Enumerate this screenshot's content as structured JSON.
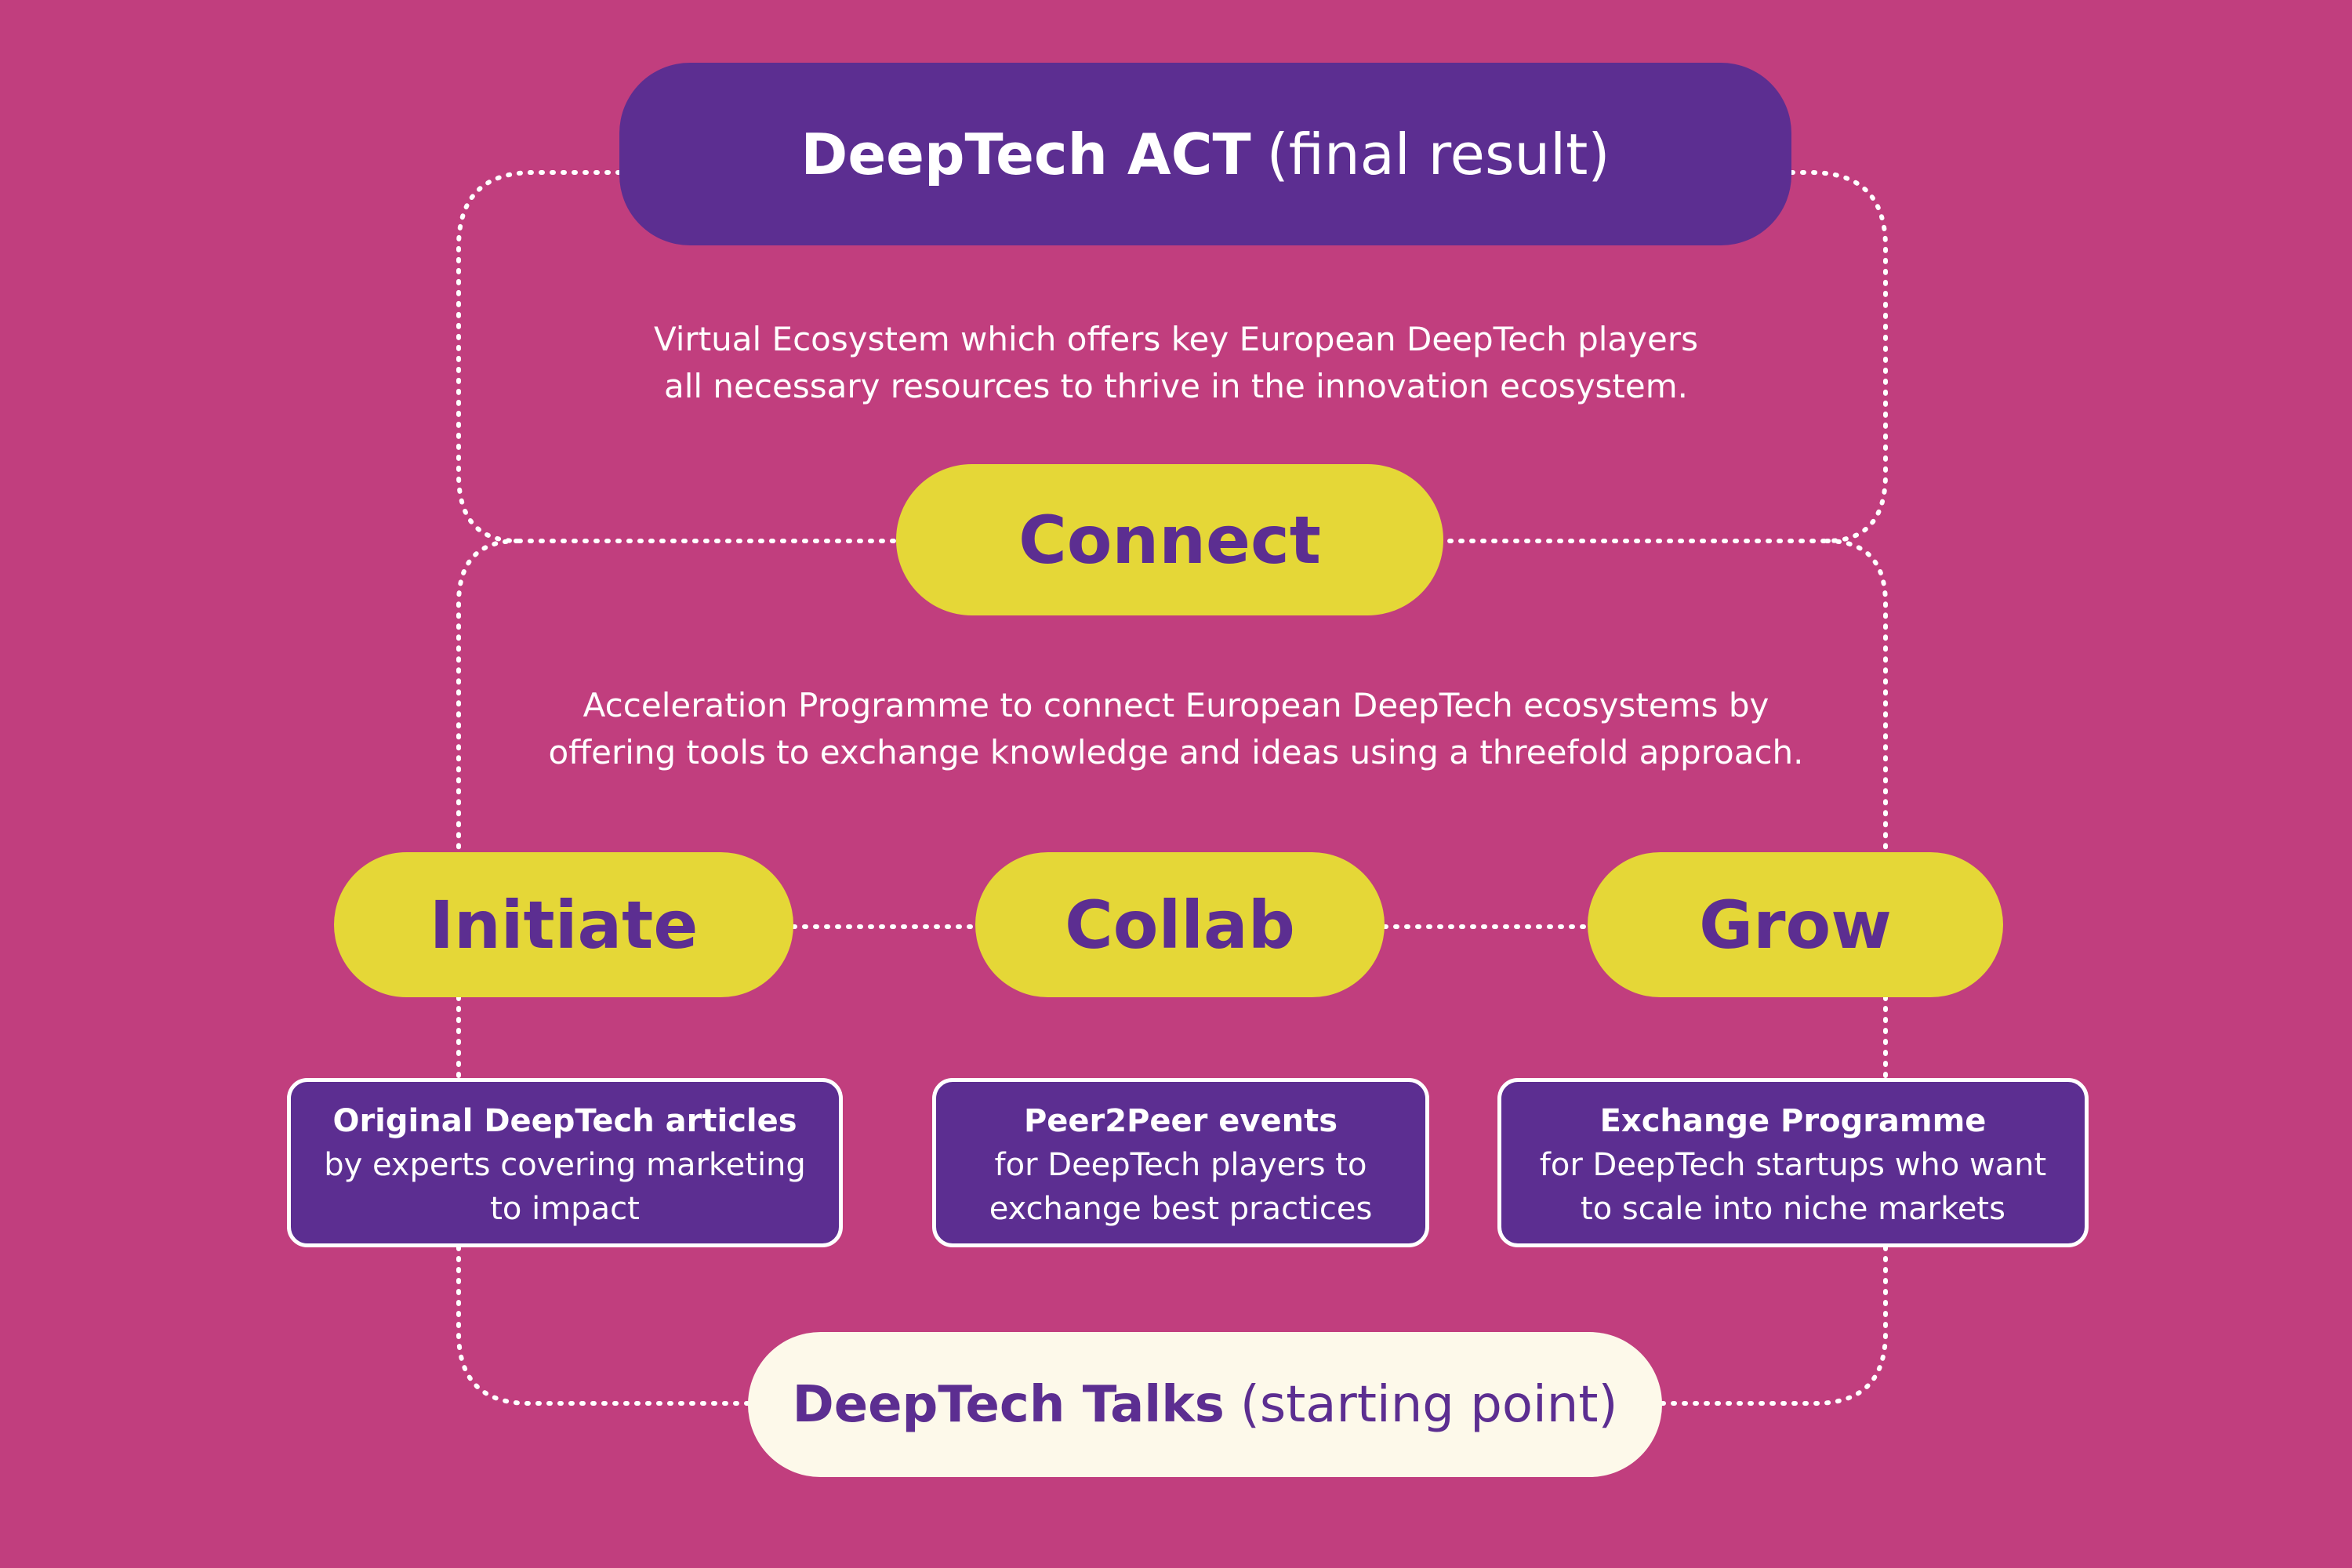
{
  "colors": {
    "background": "#c13e7e",
    "purple": "#5c2e91",
    "yellow": "#e5d737",
    "cream": "#fdf9ea",
    "connector": "#ffffff"
  },
  "top": {
    "title_bold": "DeepTech ACT",
    "title_light": "(final result)"
  },
  "top_description": {
    "line1": "Virtual Ecosystem which offers key European DeepTech players",
    "line2": "all necessary resources to thrive in the innovation ecosystem."
  },
  "connect": {
    "label": "Connect"
  },
  "connect_description": {
    "line1": "Acceleration Programme to connect European DeepTech ecosystems by",
    "line2": "offering tools to exchange knowledge and ideas using a threefold approach."
  },
  "stages": [
    {
      "label": "Initiate",
      "card_title": "Original DeepTech articles",
      "card_line1": "by experts covering marketing",
      "card_line2": "to impact"
    },
    {
      "label": "Collab",
      "card_title": "Peer2Peer events",
      "card_line1": "for DeepTech players to",
      "card_line2": "exchange best practices"
    },
    {
      "label": "Grow",
      "card_title": "Exchange Programme",
      "card_line1": "for DeepTech startups who want",
      "card_line2": "to scale into niche markets"
    }
  ],
  "bottom": {
    "title_bold": "DeepTech Talks",
    "title_light": "(starting point)"
  }
}
